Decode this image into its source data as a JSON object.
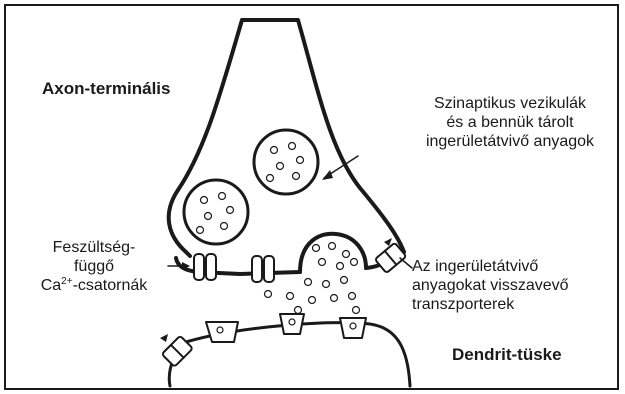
{
  "labels": {
    "axon_terminal": "Axon-terminális",
    "vesicles_line1": "Szinaptikus vezikulák",
    "vesicles_line2": "és a bennük tárolt",
    "vesicles_line3": "ingerületátvivő anyagok",
    "channels_line1": "Feszültség-",
    "channels_line2": "függő",
    "channels_ca": "Ca",
    "channels_ca_sup": "2+",
    "channels_rest": "-csatornák",
    "transporters_line1": "Az ingerületátvivő",
    "transporters_line2": "anyagokat visszavevő",
    "transporters_line3": "transzporterek",
    "dendrite": "Dendrit-tüske"
  },
  "colors": {
    "line": "#1a1a1a",
    "background": "#ffffff"
  }
}
